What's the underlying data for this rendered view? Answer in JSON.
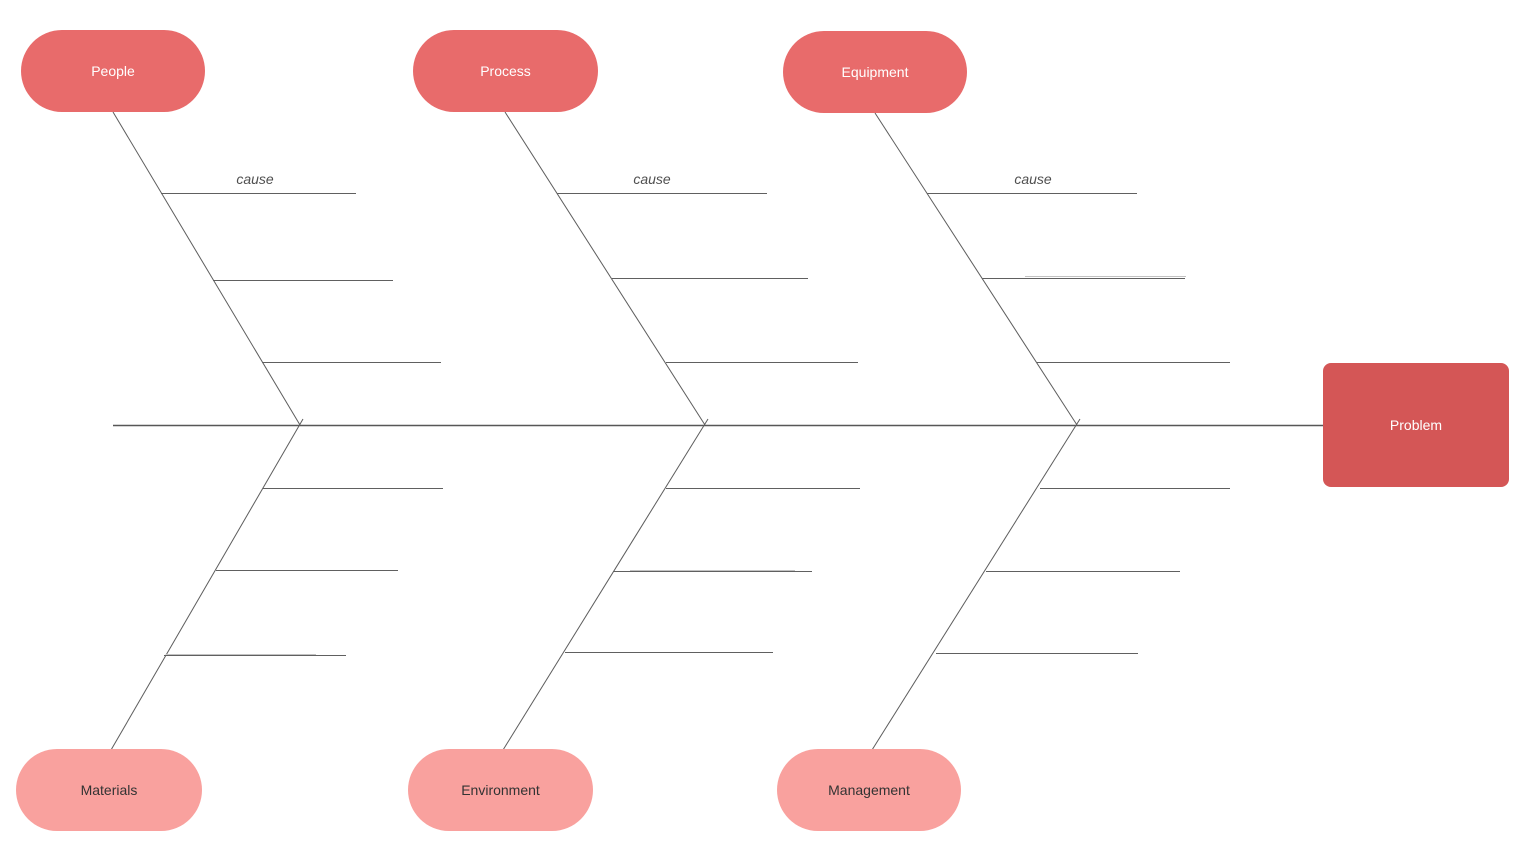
{
  "diagram": {
    "problem": {
      "label": "Problem"
    },
    "top_categories": [
      {
        "label": "People",
        "cause_label": "cause",
        "cause_lines": 6
      },
      {
        "label": "Process",
        "cause_label": "cause",
        "cause_lines": 6
      },
      {
        "label": "Equipment",
        "cause_label": "cause",
        "cause_lines": 6
      }
    ],
    "bottom_categories": [
      {
        "label": "Materials"
      },
      {
        "label": "Environment"
      },
      {
        "label": "Management"
      }
    ],
    "styles": {
      "top_pill_color": "#e86b6b",
      "top_pill_text_color": "#ffffff",
      "bottom_pill_color": "#f9a19e",
      "bottom_pill_text_color": "#333333",
      "problem_color": "#d45656",
      "problem_text_color": "#ffffff",
      "line_color": "#5d5d5d",
      "cause_text_color": "#4f4f4f",
      "background_color": "#ffffff"
    }
  }
}
